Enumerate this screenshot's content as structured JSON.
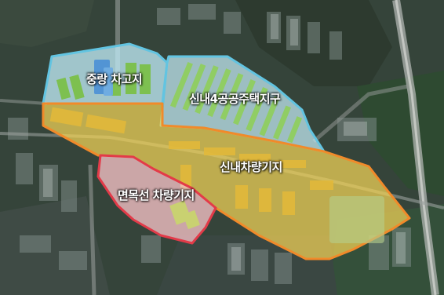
{
  "zones": [
    {
      "id": "jungnang",
      "label": "중랑 차고지",
      "fill": "#bfe9f5",
      "stroke": "#62c4e1"
    },
    {
      "id": "sinnae4",
      "label": "신내4공공주택지구",
      "fill": "#c6edf6",
      "stroke": "#62c4e1"
    },
    {
      "id": "sinnae-depot",
      "label": "신내차량기지",
      "fill": "#f4d458",
      "stroke": "#f18a2a"
    },
    {
      "id": "myeonmok-depot",
      "label": "면목선 차량기지",
      "fill": "#f6c2c7",
      "stroke": "#e23b49"
    }
  ]
}
